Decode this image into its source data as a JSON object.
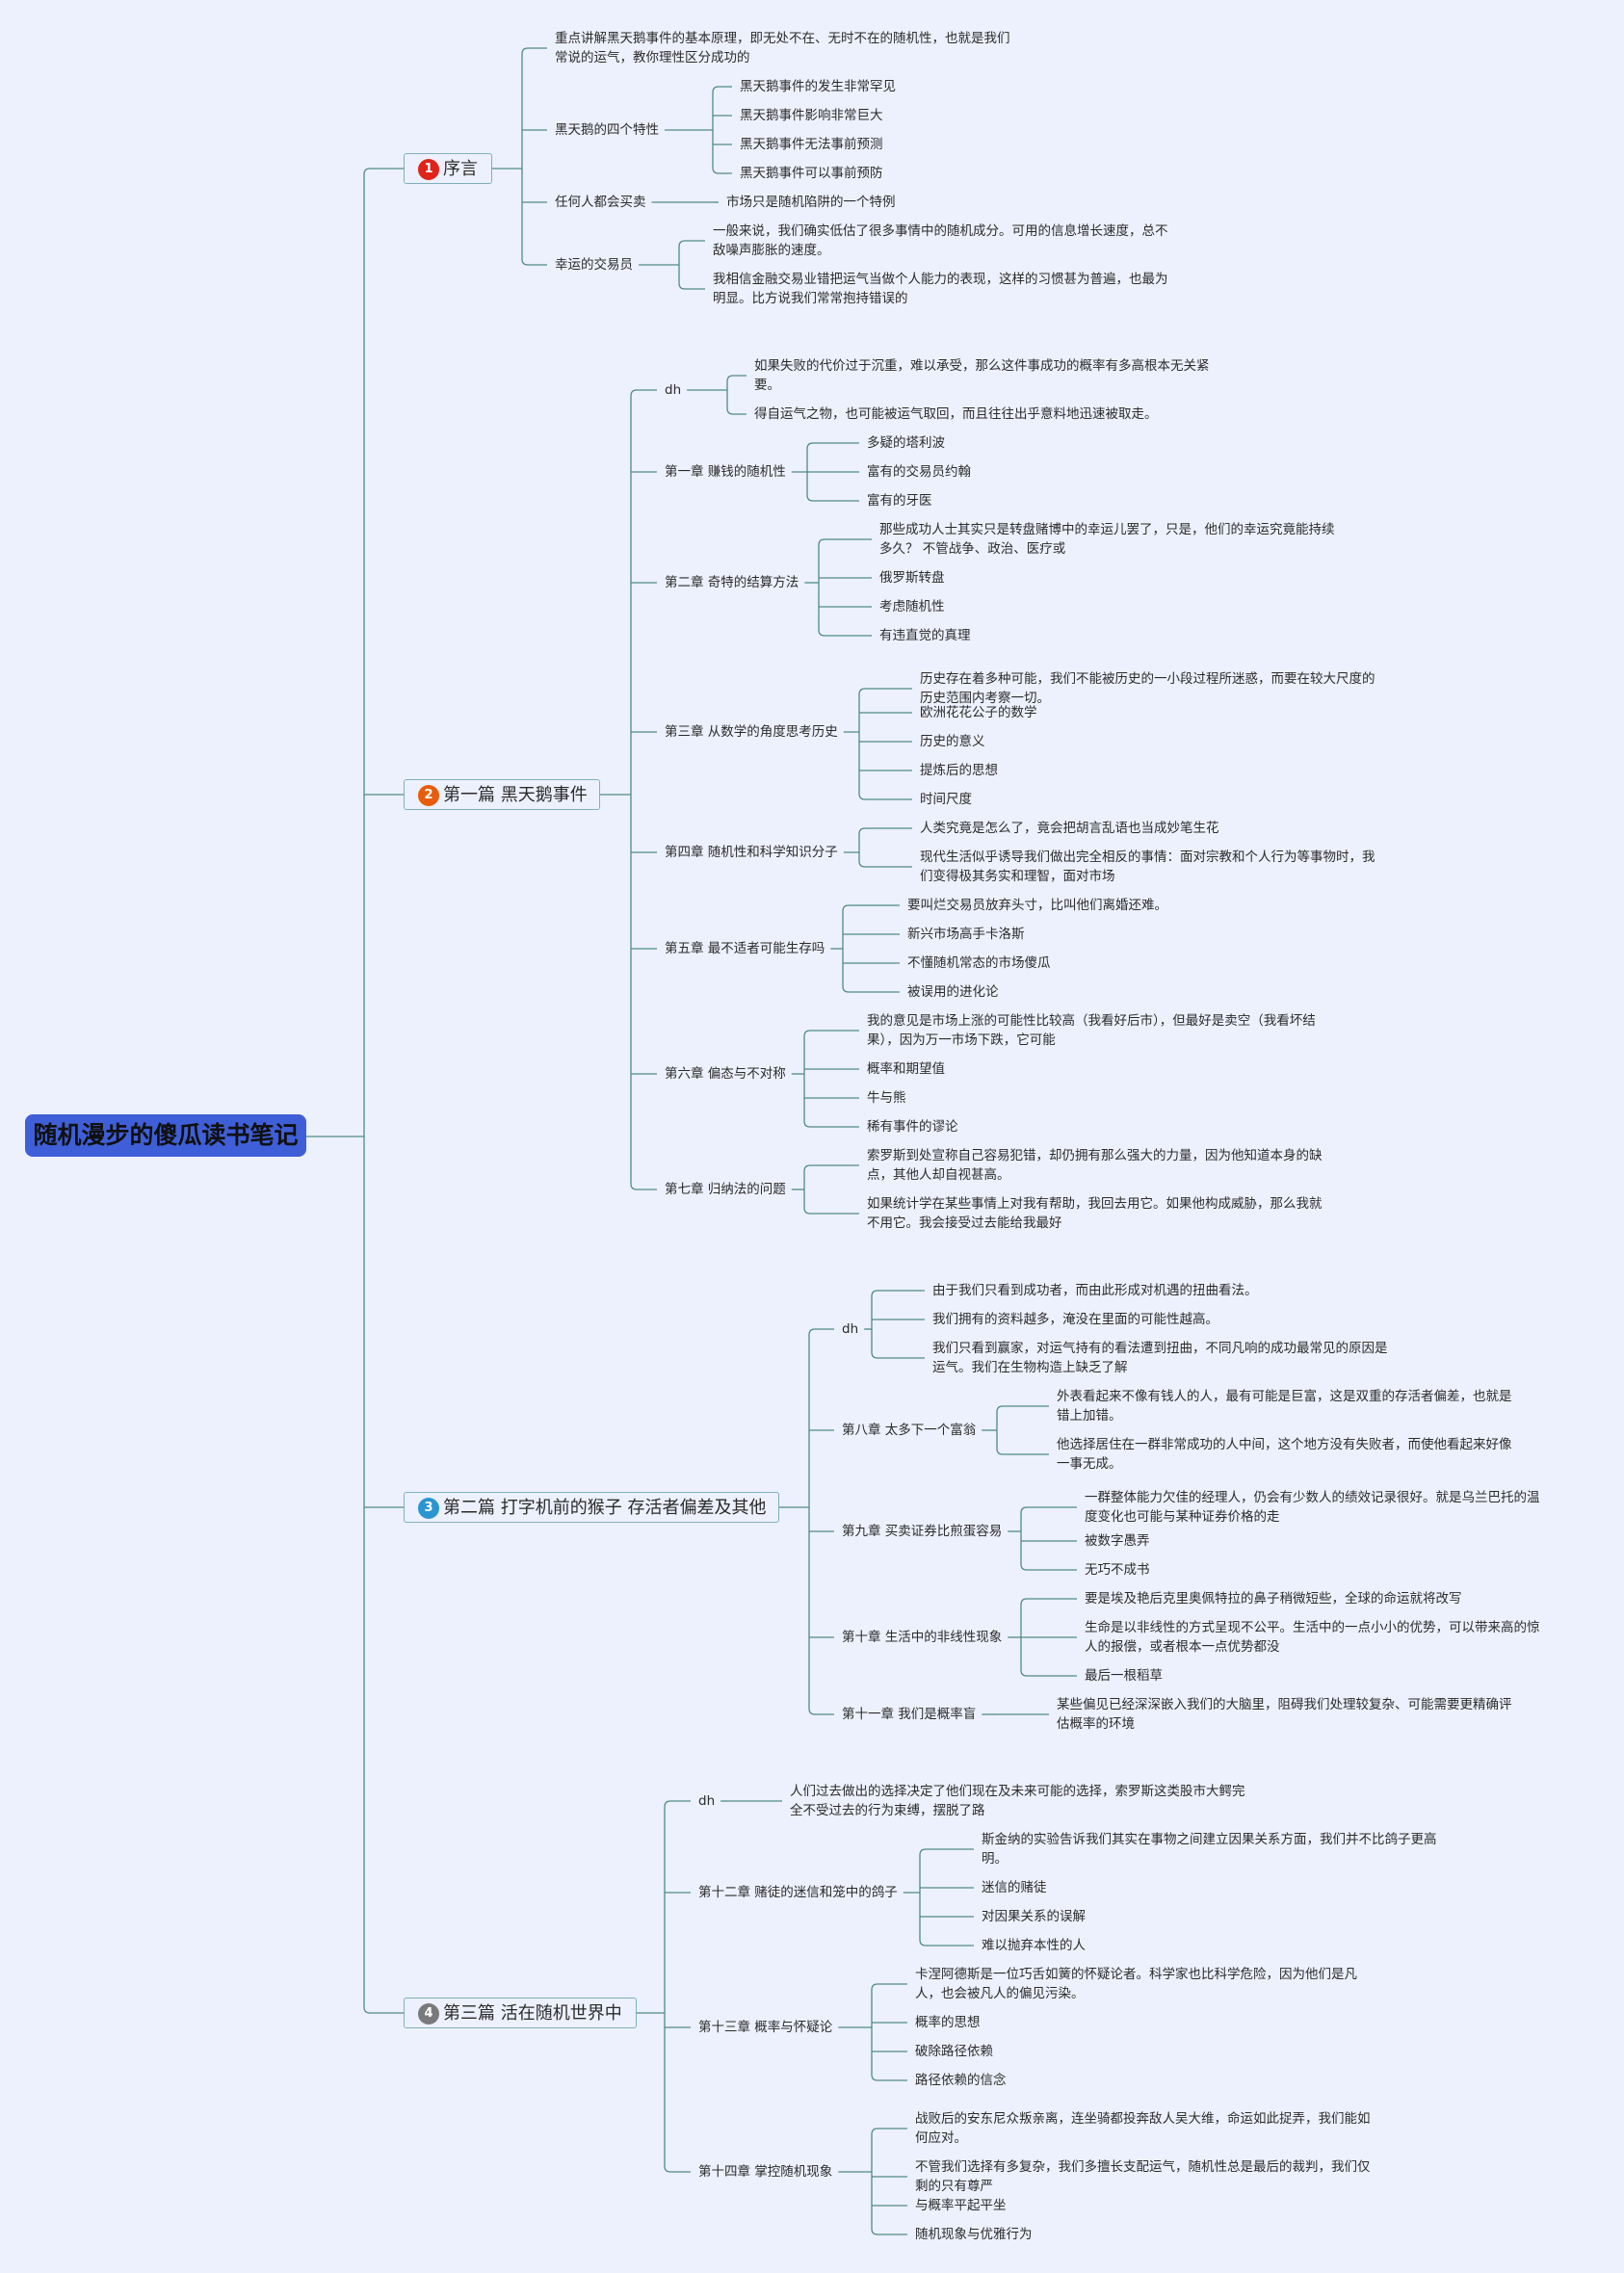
{
  "root": "随机漫步的傻瓜读书笔记",
  "colors": {
    "background": "#edf1fd",
    "root": "#3f5fd8",
    "line": "#4f8b88",
    "section_border": "#7fb0bd"
  },
  "sections": [
    {
      "num": "1",
      "num_color": "#e0231b",
      "label": "序言",
      "items": [
        {
          "label": "重点讲解黑天鹅事件的基本原理，即无处不在、无时不在的随机性，也就是我们",
          "label2": "常说的运气，教你理性区分成功的"
        },
        {
          "label": "黑天鹅的四个特性",
          "children": [
            "黑天鹅事件的发生非常罕见",
            "黑天鹅事件影响非常巨大",
            "黑天鹅事件无法事前预测",
            "黑天鹅事件可以事前预防"
          ]
        },
        {
          "label": "任何人都会买卖",
          "children": [
            "市场只是随机陷阱的一个特例"
          ]
        },
        {
          "label": "幸运的交易员",
          "children": [
            [
              "一般来说，我们确实低估了很多事情中的随机成分。可用的信息增长速度，总不",
              "敌噪声膨胀的速度。"
            ],
            [
              "我相信金融交易业错把运气当做个人能力的表现，这样的习惯甚为普遍，也最为",
              "明显。比方说我们常常抱持错误的"
            ]
          ]
        }
      ]
    },
    {
      "num": "2",
      "num_color": "#e85d0c",
      "label": "第一篇 黑天鹅事件",
      "items": [
        {
          "label": "dh",
          "children": [
            [
              "如果失败的代价过于沉重，难以承受，那么这件事成功的概率有多高根本无关紧",
              "要。"
            ],
            "得自运气之物，也可能被运气取回，而且往往出乎意料地迅速被取走。"
          ]
        },
        {
          "label": "第一章 赚钱的随机性",
          "children": [
            "多疑的塔利波",
            "富有的交易员约翰",
            "富有的牙医"
          ]
        },
        {
          "label": "第二章 奇特的结算方法",
          "children": [
            [
              "那些成功人士其实只是转盘赌博中的幸运儿罢了，只是，他们的幸运究竟能持续",
              "多久？ 不管战争、政治、医疗或"
            ],
            "俄罗斯转盘",
            "考虑随机性",
            "有违直觉的真理"
          ]
        },
        {
          "label": "第三章 从数学的角度思考历史",
          "children": [
            [
              "历史存在着多种可能，我们不能被历史的一小段过程所迷惑，而要在较大尺度的",
              "历史范围内考察一切。"
            ],
            "欧洲花花公子的数学",
            "历史的意义",
            "提炼后的思想",
            "时间尺度"
          ]
        },
        {
          "label": "第四章 随机性和科学知识分子",
          "children": [
            "人类究竟是怎么了，竟会把胡言乱语也当成妙笔生花",
            [
              "现代生活似乎诱导我们做出完全相反的事情：面对宗教和个人行为等事物时，我",
              "们变得极其务实和理智，面对市场"
            ]
          ]
        },
        {
          "label": "第五章 最不适者可能生存吗",
          "children": [
            "要叫烂交易员放弃头寸，比叫他们离婚还难。",
            "新兴市场高手卡洛斯",
            "不懂随机常态的市场傻瓜",
            "被误用的进化论"
          ]
        },
        {
          "label": "第六章 偏态与不对称",
          "children": [
            [
              "我的意见是市场上涨的可能性比较高（我看好后市），但最好是卖空（我看坏结",
              "果），因为万一市场下跌，它可能"
            ],
            "概率和期望值",
            "牛与熊",
            "稀有事件的谬论"
          ]
        },
        {
          "label": "第七章 归纳法的问题",
          "children": [
            [
              "索罗斯到处宣称自己容易犯错，却仍拥有那么强大的力量，因为他知道本身的缺",
              "点，其他人却自视甚高。"
            ],
            [
              "如果统计学在某些事情上对我有帮助，我回去用它。如果他构成威胁，那么我就",
              "不用它。我会接受过去能给我最好"
            ]
          ]
        }
      ]
    },
    {
      "num": "3",
      "num_color": "#2a95d2",
      "label": "第二篇 打字机前的猴子 存活者偏差及其他",
      "items": [
        {
          "label": "dh",
          "children": [
            "由于我们只看到成功者，而由此形成对机遇的扭曲看法。",
            "我们拥有的资料越多，淹没在里面的可能性越高。",
            [
              "我们只看到赢家，对运气持有的看法遭到扭曲，不同凡响的成功最常见的原因是",
              "运气。我们在生物构造上缺乏了解"
            ]
          ]
        },
        {
          "label": "第八章 太多下一个富翁",
          "children": [
            [
              "外表看起来不像有钱人的人，最有可能是巨富，这是双重的存活者偏差，也就是",
              "错上加错。"
            ],
            [
              "他选择居住在一群非常成功的人中间，这个地方没有失败者，而使他看起来好像",
              "一事无成。"
            ]
          ]
        },
        {
          "label": "第九章 买卖证券比煎蛋容易",
          "children": [
            [
              "一群整体能力欠佳的经理人，仍会有少数人的绩效记录很好。就是乌兰巴托的温",
              "度变化也可能与某种证券价格的走"
            ],
            "被数字愚弄",
            "无巧不成书"
          ]
        },
        {
          "label": "第十章 生活中的非线性现象",
          "children": [
            "要是埃及艳后克里奥佩特拉的鼻子稍微短些，全球的命运就将改写",
            [
              "生命是以非线性的方式呈现不公平。生活中的一点小小的优势，可以带来高的惊",
              "人的报偿，或者根本一点优势都没"
            ],
            "最后一根稻草"
          ]
        },
        {
          "label": "第十一章 我们是概率盲",
          "children": [
            [
              "某些偏见已经深深嵌入我们的大脑里，阻碍我们处理较复杂、可能需要更精确评",
              "估概率的环境"
            ]
          ]
        }
      ]
    },
    {
      "num": "4",
      "num_color": "#7a7a7a",
      "label": "第三篇 活在随机世界中",
      "items": [
        {
          "label": "dh",
          "children": [
            [
              "人们过去做出的选择决定了他们现在及未来可能的选择，索罗斯这类股市大鳄完",
              "全不受过去的行为束缚，摆脱了路"
            ]
          ]
        },
        {
          "label": "第十二章 赌徒的迷信和笼中的鸽子",
          "children": [
            [
              "斯金纳的实验告诉我们其实在事物之间建立因果关系方面，我们并不比鸽子更高",
              "明。"
            ],
            "迷信的赌徒",
            "对因果关系的误解",
            "难以抛弃本性的人"
          ]
        },
        {
          "label": "第十三章 概率与怀疑论",
          "children": [
            [
              "卡涅阿德斯是一位巧舌如簧的怀疑论者。科学家也比科学危险，因为他们是凡",
              "人，也会被凡人的偏见污染。"
            ],
            "概率的思想",
            "破除路径依赖",
            "路径依赖的信念"
          ]
        },
        {
          "label": "第十四章 掌控随机现象",
          "children": [
            [
              "战败后的安东尼众叛亲离，连坐骑都投奔敌人吴大维，命运如此捉弄，我们能如",
              "何应对。"
            ],
            [
              "不管我们选择有多复杂，我们多擅长支配运气，随机性总是最后的裁判，我们仅",
              "剩的只有尊严"
            ],
            "与概率平起平坐",
            "随机现象与优雅行为"
          ]
        }
      ]
    }
  ]
}
